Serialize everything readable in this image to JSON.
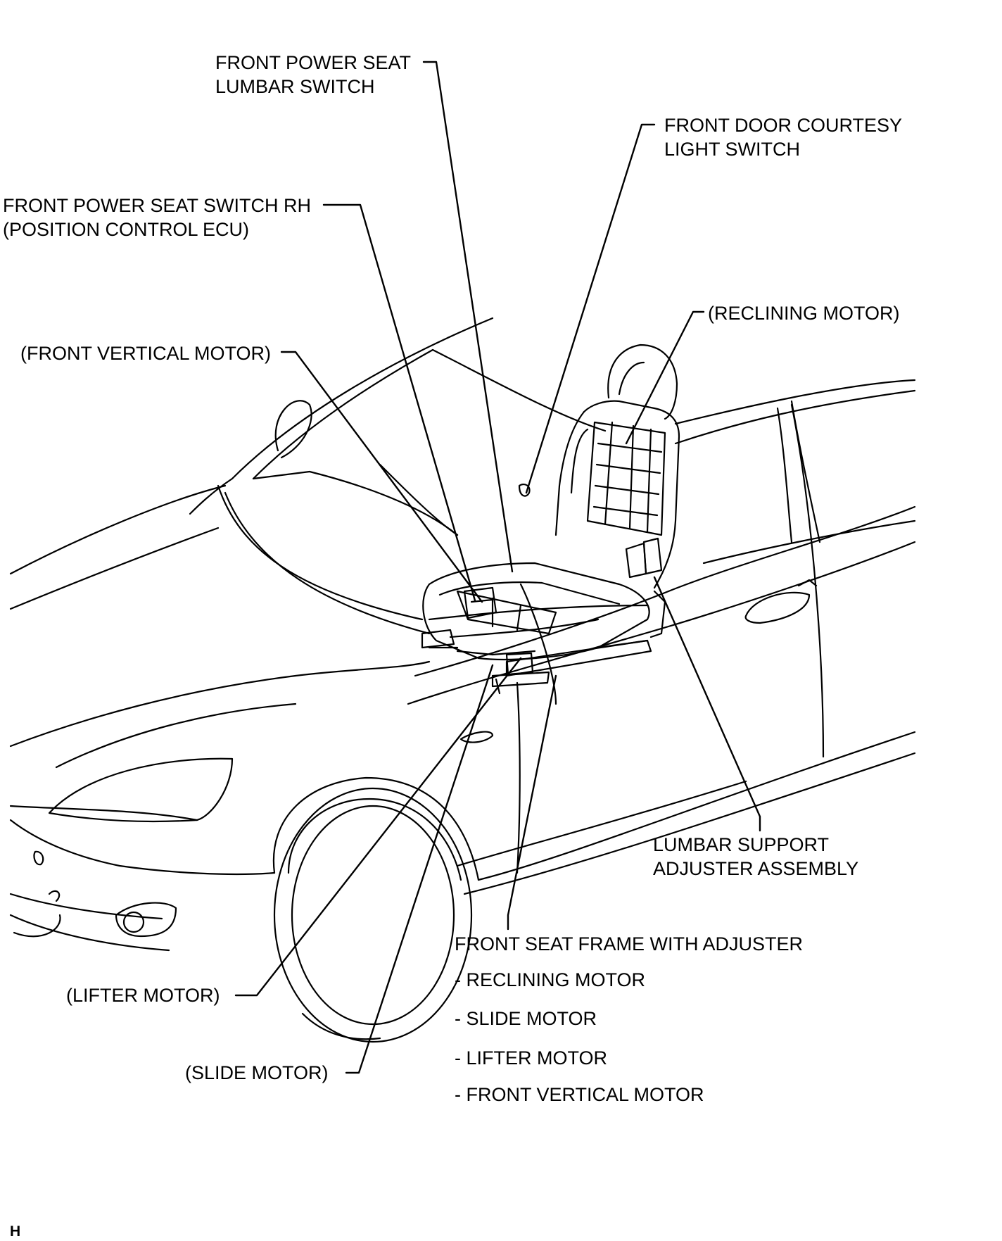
{
  "diagram": {
    "labels": {
      "lumbar_switch": [
        "FRONT POWER SEAT",
        "LUMBAR SWITCH"
      ],
      "courtesy_switch": [
        "FRONT DOOR COURTESY",
        "LIGHT SWITCH"
      ],
      "seat_switch_rh": [
        "FRONT POWER SEAT SWITCH RH",
        "(POSITION CONTROL ECU)"
      ],
      "reclining_motor": "(RECLINING MOTOR)",
      "front_vertical_motor": "(FRONT VERTICAL MOTOR)",
      "lumbar_support": [
        "LUMBAR SUPPORT",
        "ADJUSTER ASSEMBLY"
      ],
      "seat_frame": "FRONT SEAT FRAME WITH ADJUSTER",
      "seat_frame_items": [
        "- RECLINING MOTOR",
        "- SLIDE MOTOR",
        "- LIFTER MOTOR",
        "- FRONT VERTICAL MOTOR"
      ],
      "lifter_motor": "(LIFTER MOTOR)",
      "slide_motor": "(SLIDE MOTOR)"
    },
    "figure_code": "H"
  }
}
